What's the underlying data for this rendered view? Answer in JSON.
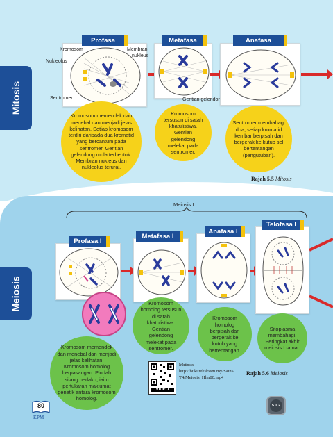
{
  "mitosis": {
    "tab_label": "Mitosis",
    "stages": [
      {
        "label": "Profasa"
      },
      {
        "label": "Metafasa"
      },
      {
        "label": "Anafasa"
      }
    ],
    "annotations": {
      "kromosom": "Kromosom",
      "nukleolus": "Nukleolus",
      "membran_line1": "Membran",
      "membran_line2": "nukleus",
      "sentromer": "Sentromer",
      "gentian": "Gentian gelendong"
    },
    "bubbles": [
      "Kromosom memendek dan menebal dan menjadi jelas kelihatan. Setiap kromosom terdiri daripada dua kromatid yang bercantum pada sentromer. Gentian gelendong mula terbentuk. Membran nukleus dan nukleolus terurai.",
      "Kromosom tersusun di satah khatulistiwa. Gentian gelendong melekat pada sentromer.",
      "Sentromer membahagi dua, setiap kromatid kembar berpisah dan bergerak ke kutub sel bertentangan (pengutuban)."
    ],
    "caption_num": "Rajah 5.5",
    "caption_title": "Mitosis"
  },
  "meiosis": {
    "tab_label": "Meiosis",
    "group_label": "Meiosis I",
    "stages": [
      {
        "label": "Profasa I"
      },
      {
        "label": "Metafasa I"
      },
      {
        "label": "Anafasa I"
      },
      {
        "label": "Telofasa I"
      }
    ],
    "bubbles": [
      "Kromosom memendek dan menebal dan menjadi jelas kelihatan. Kromosom homolog berpasangan. Pindah silang berlaku, iaitu pertukaran maklumat genetik antara kromosom homolog.",
      "Kromosom homolog tersusun di satah khatulistiwa. Gentian gelendong melekat pada sentromer.",
      "Kromosom homolog berpisah dan bergerak ke kutub yang bertentangan.",
      "Sitoplasma membahagi. Peringkat akhir meiosis I tamat."
    ],
    "video_title": "Meiosis",
    "video_url_line1": "http://bukutekskssm.my/Sains/",
    "video_url_line2": "T4/Meiosis_Hlm80.mp4",
    "video_tag": "VIDEO",
    "caption_num": "Rajah 5.6",
    "caption_title": "Meiosis"
  },
  "footer": {
    "page_number": "80",
    "publisher": "KPM",
    "badge": "5.1.2"
  },
  "colors": {
    "navy": "#1d4f98",
    "yellow": "#f6d21a",
    "green": "#6cc24a",
    "arrow": "#d92a2a",
    "chromosome": "#2a3b9c"
  }
}
